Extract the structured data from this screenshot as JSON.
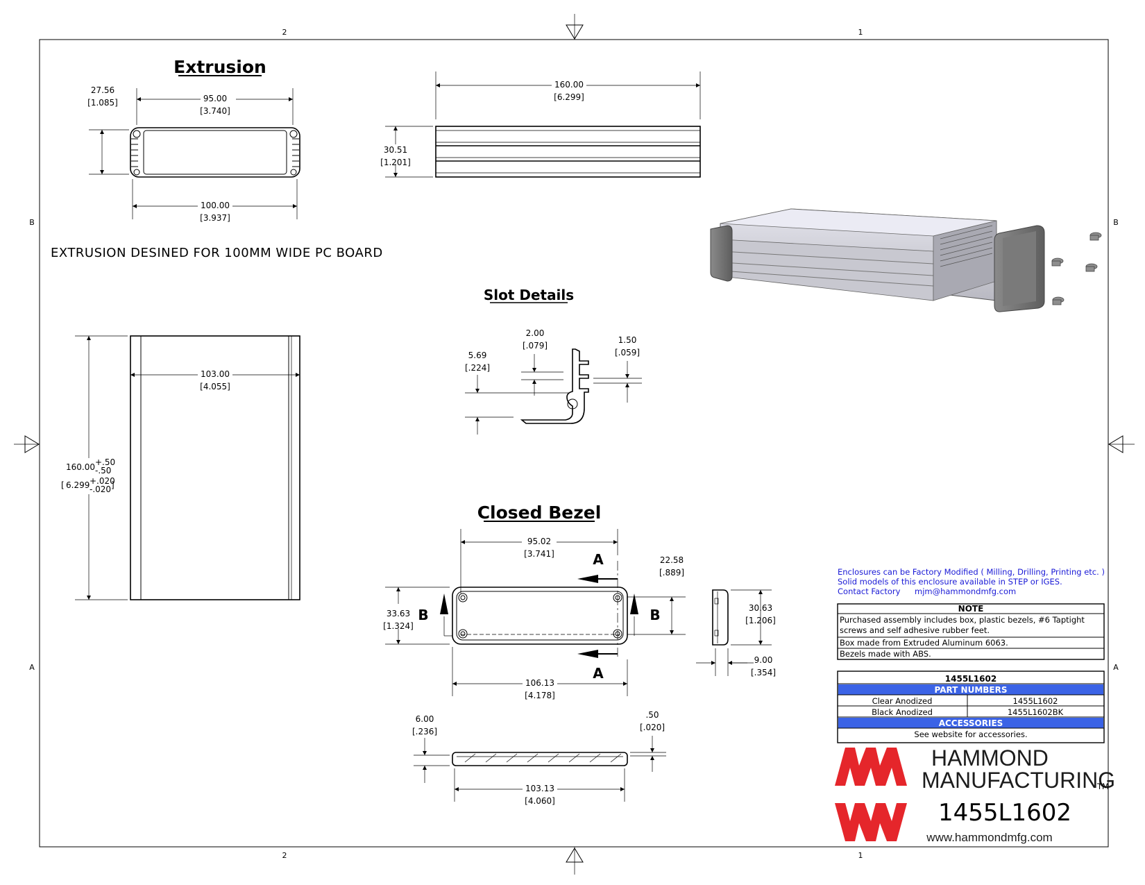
{
  "drawing": {
    "zones": {
      "top": [
        "2",
        "1"
      ],
      "bottom": [
        "2",
        "1"
      ],
      "left": [
        "B",
        "A"
      ],
      "right": [
        "B",
        "A"
      ]
    },
    "titles": {
      "extrusion": "Extrusion",
      "slot_details": "Slot Details",
      "closed_bezel": "Closed Bezel"
    },
    "note_text": "EXTRUSION DESINED FOR 100MM WIDE PC BOARD",
    "section_letters": {
      "a": "A",
      "b": "B"
    },
    "dimensions": {
      "ext_height": [
        "27.56",
        "[1.085]"
      ],
      "ext_inner_width": [
        "95.00",
        "[3.740]"
      ],
      "ext_outer_width": [
        "100.00",
        "[3.937]"
      ],
      "side_length": [
        "160.00",
        "[6.299]"
      ],
      "side_height": [
        "30.51",
        "[1.201]"
      ],
      "top_width": [
        "103.00",
        "[4.055]"
      ],
      "top_length_value": "160.00",
      "top_length_tol_plus": "+.50",
      "top_length_tol_minus": "-.50",
      "top_length_in_value": "6.299",
      "top_length_in_tol_plus": "+.020",
      "top_length_in_tol_minus": "-.020",
      "slot_gap": [
        "2.00",
        "[.079]"
      ],
      "slot_depth": [
        "5.69",
        "[.224]"
      ],
      "slot_wall": [
        "1.50",
        "[.059]"
      ],
      "bezel_hole_spacing": [
        "95.02",
        "[3.741]"
      ],
      "bezel_right_height": [
        "22.58",
        "[.889]"
      ],
      "bezel_height": [
        "33.63",
        "[1.324]"
      ],
      "bezel_width": [
        "106.13",
        "[4.178]"
      ],
      "bezel_side_height": [
        "30.63",
        "[1.206]"
      ],
      "bezel_depth": [
        "9.00",
        "[.354]"
      ],
      "bezel_lip": [
        "6.00",
        "[.236]"
      ],
      "bezel_wall": [
        ".50",
        "[.020]"
      ],
      "bezel_inner_width": [
        "103.13",
        "[4.060]"
      ]
    }
  },
  "info": {
    "line1": "Enclosures can be Factory Modified ( Milling, Drilling, Printing etc. )",
    "line2": "Solid models of this enclosure available in STEP or IGES.",
    "contact_label": "Contact Factory",
    "contact_email": "mjm@hammondmfg.com"
  },
  "notes": {
    "header": "NOTE",
    "rows": [
      [
        "Purchased assembly includes box, plastic bezels, #6 Taptight",
        "screws and self adhesive rubber feet."
      ],
      [
        "Box made from Extruded Aluminum 6063."
      ],
      [
        "Bezels made with ABS."
      ]
    ]
  },
  "parts": {
    "title": "1455L1602",
    "header": "PART NUMBERS",
    "rows": [
      {
        "finish": "Clear Anodized",
        "part": "1455L1602"
      },
      {
        "finish": "Black Anodized",
        "part": "1455L1602BK"
      }
    ],
    "accessories_header": "ACCESSORIES",
    "accessories_text": "See website for accessories."
  },
  "brand": {
    "line1": "HAMMOND",
    "line2": "MANUFACTURING",
    "tm": "TM",
    "part_number": "1455L1602",
    "website": "www.hammondmfg.com"
  },
  "colors": {
    "table_header": "#3b63e6",
    "logo_red": "#e5262b",
    "info_text": "#1a1ad6"
  }
}
